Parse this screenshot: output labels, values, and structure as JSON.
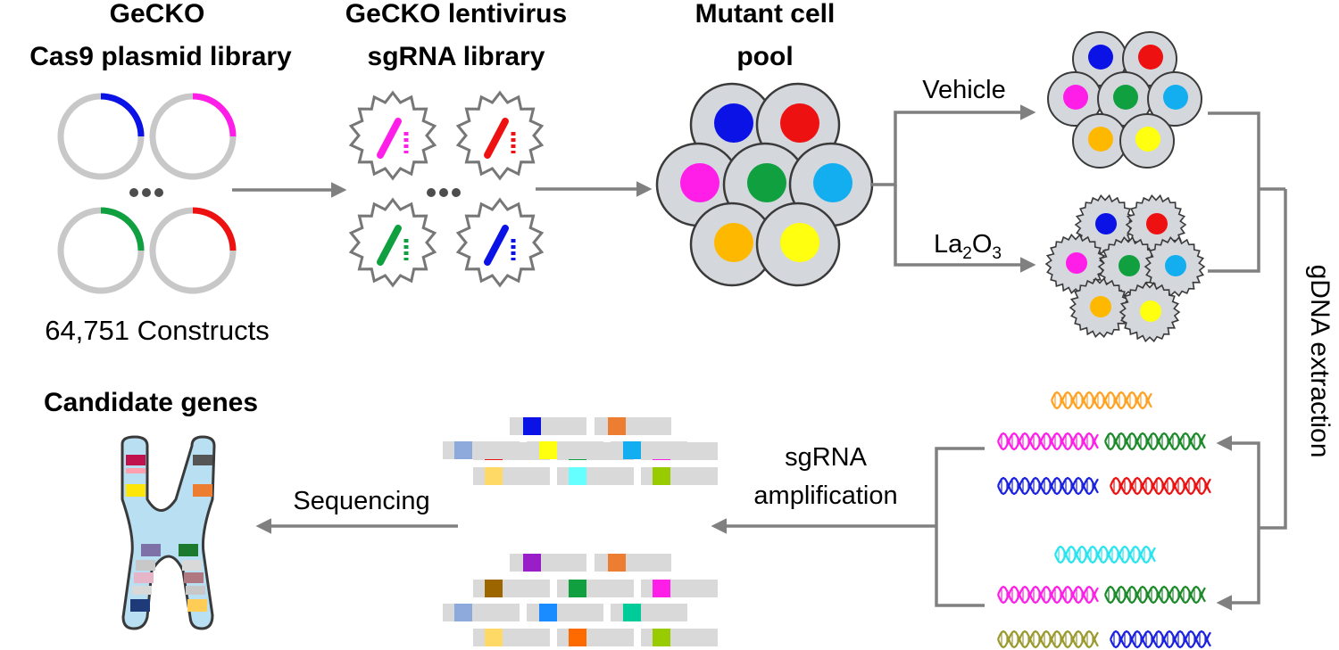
{
  "steps": {
    "plasmid_library": {
      "line1": "GeCKO",
      "line2": "Cas9 plasmid library",
      "count": "64,751 Constructs"
    },
    "lentivirus_library": {
      "line1": "GeCKO lentivirus",
      "line2": "sgRNA library"
    },
    "mutant_pool": {
      "line1": "Mutant cell",
      "line2": "pool"
    },
    "candidate_genes": "Candidate genes"
  },
  "treatments": {
    "vehicle": "Vehicle",
    "la2o3": {
      "base1": "La",
      "sub1": "2",
      "base2": "O",
      "sub2": "3"
    }
  },
  "processes": {
    "gdna_extraction": "gDNA extraction",
    "sgrna_amplification_line1": "sgRNA",
    "sgrna_amplification_line2": "amplification",
    "sequencing": "Sequencing"
  },
  "ellipsis": "•••",
  "colors": {
    "arrow": "#808080",
    "ring": "#c8c8c8",
    "cell_fill": "#d4d7dc",
    "cell_stroke": "#3a3a3a",
    "blue": "#0a12e6",
    "red": "#ee1111",
    "magenta": "#ff1ee8",
    "green": "#10a040",
    "cyan": "#12aef0",
    "orange": "#ffb800",
    "yellow": "#ffff10",
    "chrom_body": "#b8dff2"
  }
}
